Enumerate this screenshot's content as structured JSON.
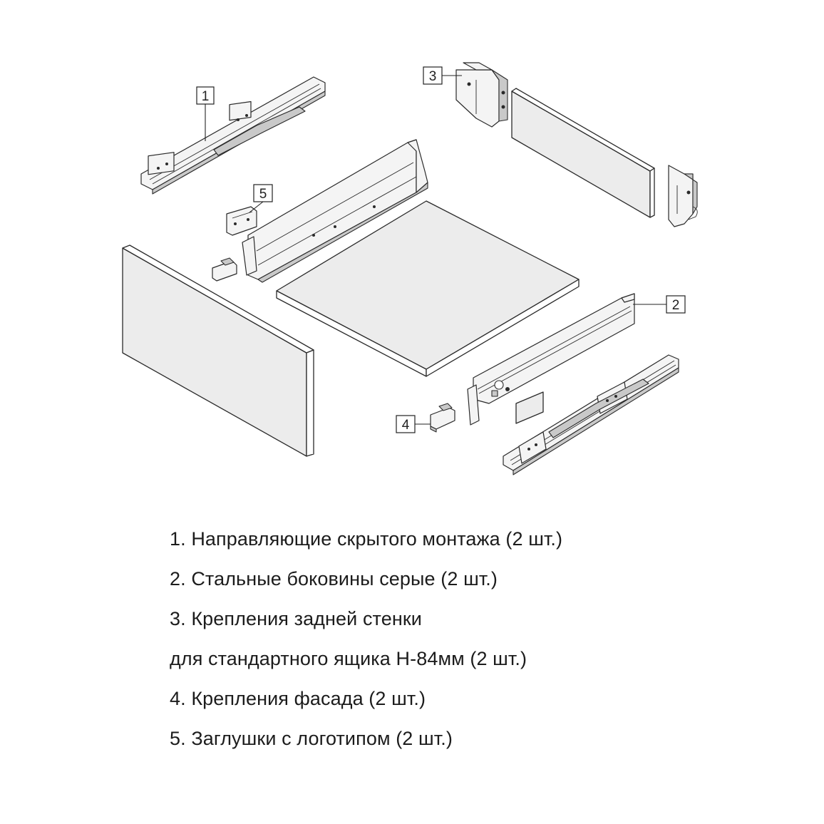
{
  "callouts": {
    "c1": "1",
    "c2": "2",
    "c3": "3",
    "c4": "4",
    "c5": "5"
  },
  "legend": [
    "1. Направляющие скрытого монтажа (2 шт.)",
    "2. Стальные боковины серые (2 шт.)",
    "3. Крепления задней стенки",
    "для стандартного ящика H-84мм (2 шт.)",
    "4. Крепления фасада (2 шт.)",
    "5. Заглушки с логотипом (2 шт.)"
  ],
  "parts": {
    "p1": "runner-rail",
    "p2": "steel-side",
    "p3": "rear-wall-bracket",
    "p4": "front-fixing",
    "p5": "logo-cap"
  }
}
